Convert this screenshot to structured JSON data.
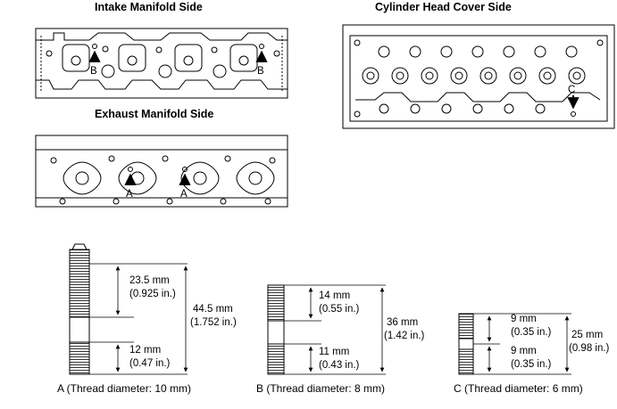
{
  "views": {
    "intake": {
      "title": "Intake Manifold Side",
      "markers": [
        "B",
        "B"
      ]
    },
    "cover": {
      "title": "Cylinder Head Cover Side",
      "markers": [
        "C"
      ]
    },
    "exhaust": {
      "title": "Exhaust Manifold Side",
      "markers": [
        "A",
        "A"
      ]
    }
  },
  "studs": [
    {
      "id": "A",
      "caption": "A (Thread diameter: 10 mm)",
      "upper_mm": "23.5 mm",
      "upper_in": "(0.925 in.)",
      "lower_mm": "12 mm",
      "lower_in": "(0.47 in.)",
      "total_mm": "44.5 mm",
      "total_in": "(1.752 in.)"
    },
    {
      "id": "B",
      "caption": "B (Thread diameter: 8 mm)",
      "upper_mm": "14 mm",
      "upper_in": "(0.55 in.)",
      "lower_mm": "11 mm",
      "lower_in": "(0.43 in.)",
      "total_mm": "36 mm",
      "total_in": "(1.42 in.)"
    },
    {
      "id": "C",
      "caption": "C (Thread diameter: 6 mm)",
      "upper_mm": "9 mm",
      "upper_in": "(0.35 in.)",
      "lower_mm": "9 mm",
      "lower_in": "(0.35 in.)",
      "total_mm": "25 mm",
      "total_in": "(0.98 in.)"
    }
  ]
}
